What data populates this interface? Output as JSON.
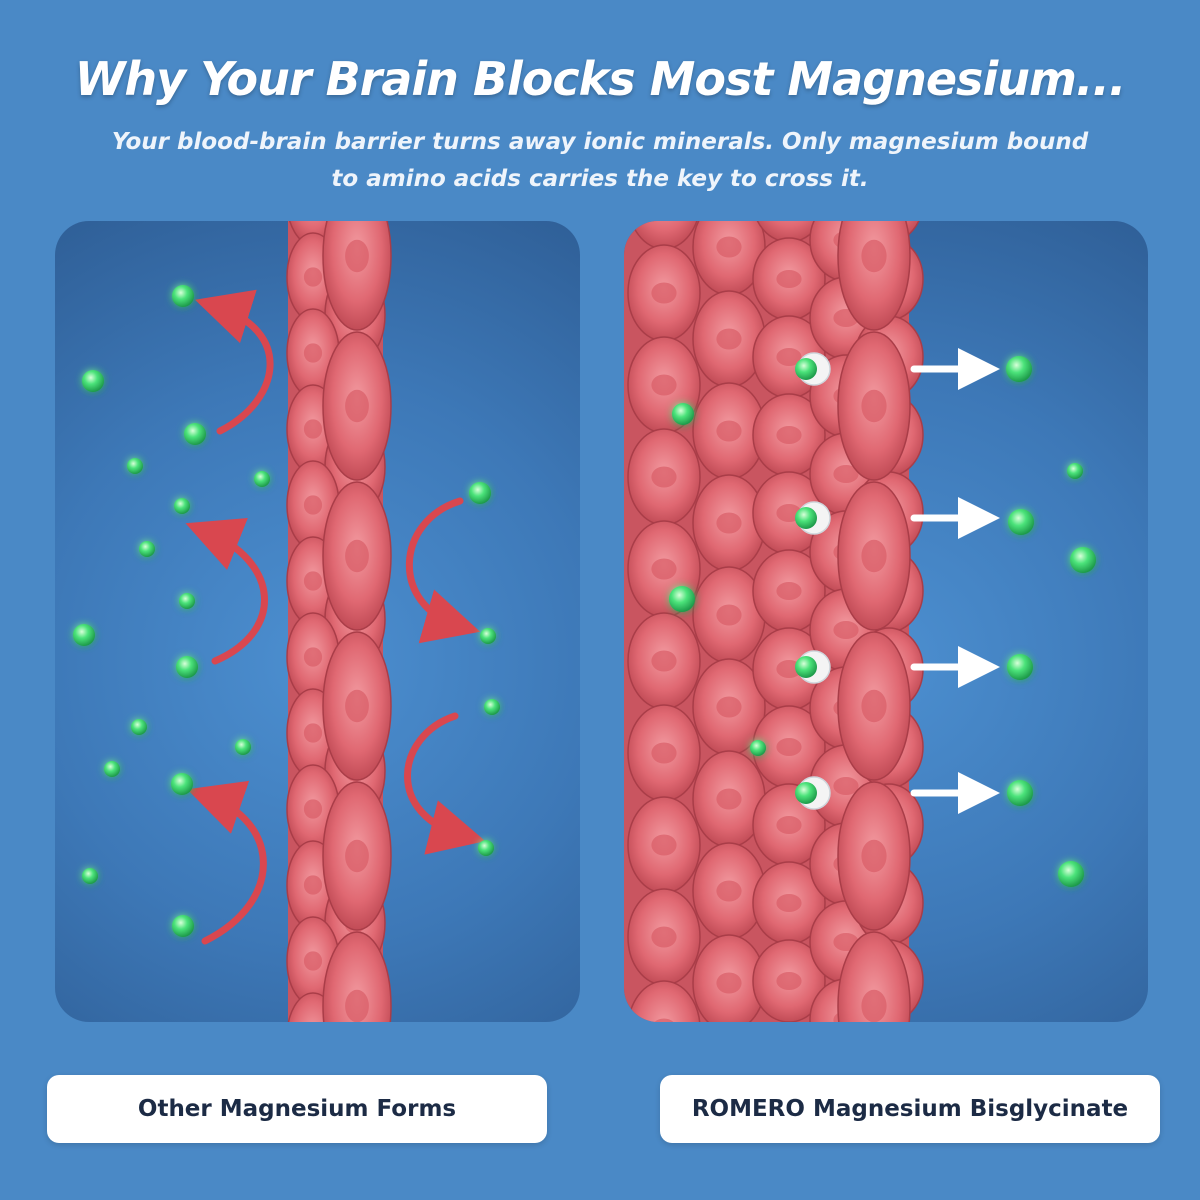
{
  "header": {
    "title": "Why Your Brain Blocks Most Magnesium...",
    "subtitle": "Your blood-brain barrier turns away ionic minerals. Only magnesium bound to amino acids carries the key to cross it."
  },
  "panels": {
    "left_label": "Other Magnesium Forms",
    "right_label": "ROMERO Magnesium Bisglycinate"
  },
  "colors": {
    "background": "#4a89c6",
    "cell": "#e8717b",
    "particle": "#49e07a",
    "blocked_arrow": "#d9474f",
    "pass_arrow": "#ffffff"
  }
}
